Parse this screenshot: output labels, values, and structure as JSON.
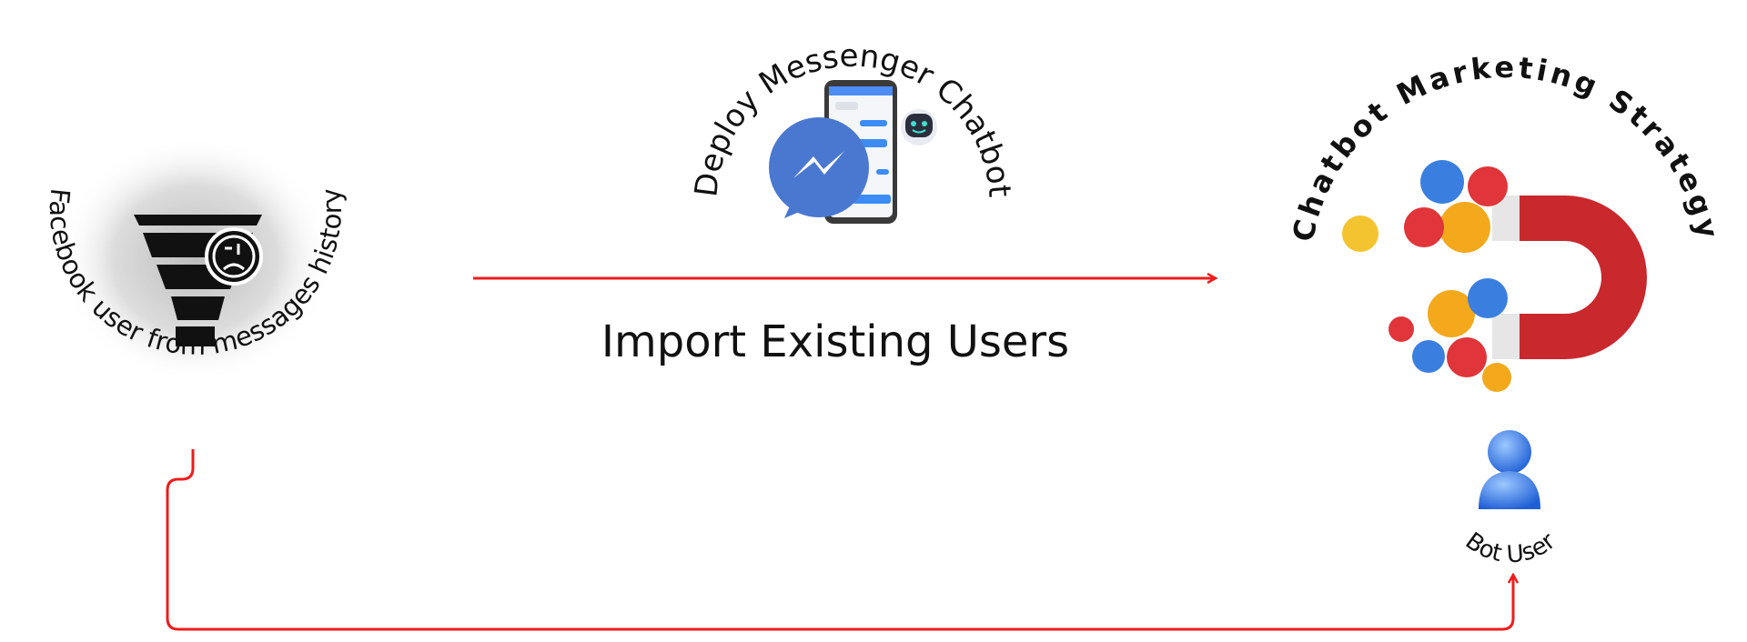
{
  "left_node": {
    "label": "Facebook user from messages history",
    "icon": "funnel-sad-icon"
  },
  "top_node": {
    "label": "Deploy Messenger Chatbot",
    "icon": "messenger-phone-bot-icon"
  },
  "right_node": {
    "label": "Chatbot Marketing Strategy",
    "icon": "magnet-emoji-icon"
  },
  "bot_user": {
    "label": "Bot User",
    "icon": "user-icon"
  },
  "arrow_label": "Import Existing Users",
  "colors": {
    "arrow": "#ee1c1c",
    "text": "#111111",
    "messenger": "#4a78d0",
    "magnet": "#c9282d"
  }
}
